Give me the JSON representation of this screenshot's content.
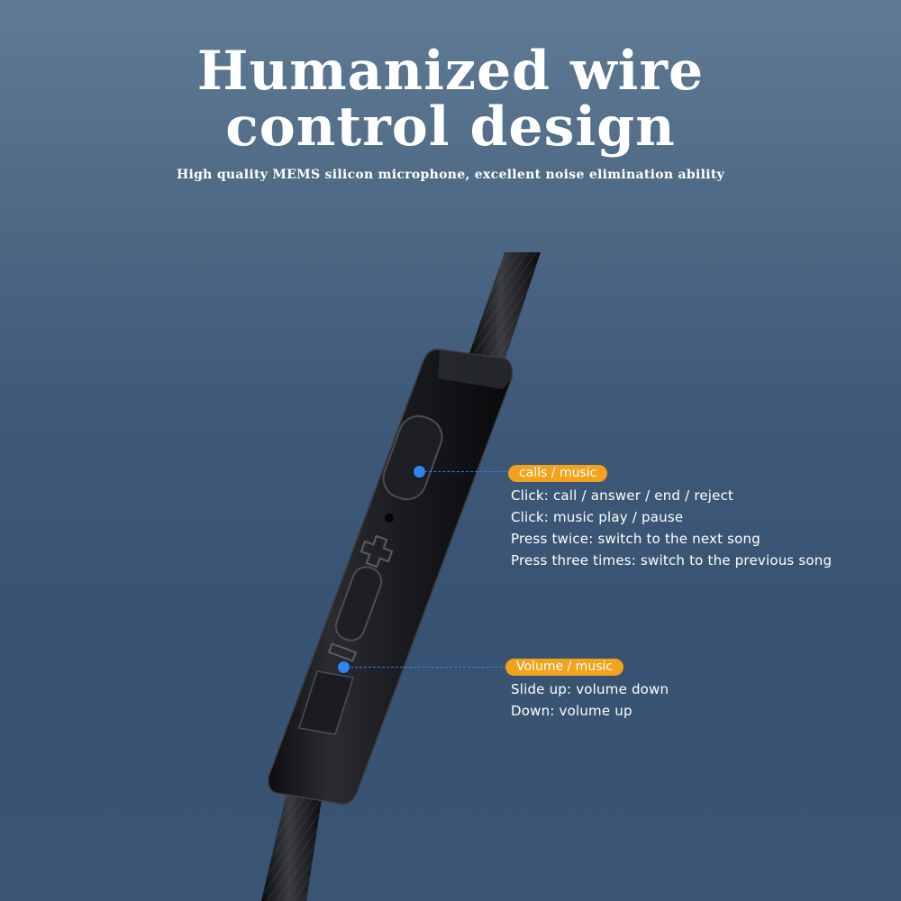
{
  "heading": {
    "line1": "Humanized wire",
    "line2": "control design",
    "subtitle": "High quality MEMS silicon microphone, excellent noise elimination ability"
  },
  "callouts": {
    "calls": {
      "tag": "calls / music",
      "lines": [
        "Click: call / answer / end / reject",
        "Click: music play / pause",
        "Press twice: switch to the next song",
        "Press three times: switch to the previous song"
      ]
    },
    "volume": {
      "tag": "Volume / music",
      "lines": [
        "Slide up: volume down",
        "Down: volume up"
      ]
    }
  },
  "colors": {
    "tag_fill": "#f2a31b",
    "leader_dot": "#2d86f0",
    "text": "#ffffff"
  },
  "icons": [
    "plus-icon",
    "minus-icon"
  ]
}
